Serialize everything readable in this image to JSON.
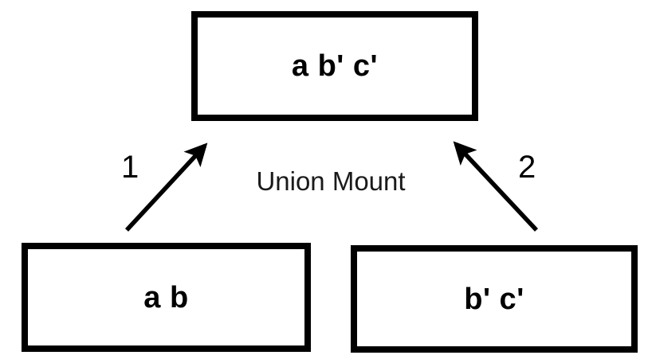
{
  "diagram": {
    "title": "Union Mount",
    "caption": "Union Mount",
    "stroke_color": "#000000",
    "fill_color": "#ffffff",
    "nodes": [
      {
        "id": "merged",
        "label": "a b' c'",
        "role": "merged-view"
      },
      {
        "id": "lower-left",
        "label": "a b",
        "role": "lower-layer"
      },
      {
        "id": "lower-right",
        "label": "b' c'",
        "role": "upper-layer"
      }
    ],
    "edges": [
      {
        "id": "edge-1",
        "label": "1",
        "from": "lower-left",
        "to": "merged",
        "direction": "up-right"
      },
      {
        "id": "edge-2",
        "label": "2",
        "from": "lower-right",
        "to": "merged",
        "direction": "up-left"
      }
    ]
  }
}
